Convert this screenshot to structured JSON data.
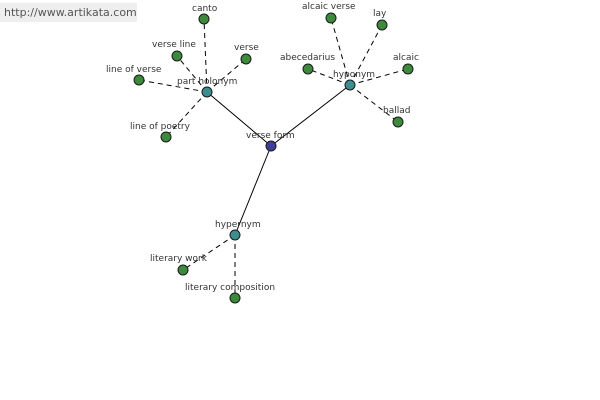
{
  "watermark": "http://www.artikata.com",
  "colors": {
    "root": "#3f3f99",
    "hub": "#3d8f8f",
    "leaf": "#3d8a3d"
  },
  "nodes": [
    {
      "id": "verse-form",
      "label": "verse form",
      "kind": "root"
    },
    {
      "id": "part-holonym",
      "label": "part holonym",
      "kind": "hub"
    },
    {
      "id": "hyponym",
      "label": "hyponym",
      "kind": "hub"
    },
    {
      "id": "hypernym",
      "label": "hypernym",
      "kind": "hub"
    },
    {
      "id": "canto",
      "label": "canto",
      "kind": "leaf"
    },
    {
      "id": "verse-line",
      "label": "verse line",
      "kind": "leaf"
    },
    {
      "id": "verse",
      "label": "verse",
      "kind": "leaf"
    },
    {
      "id": "line-of-verse",
      "label": "line of verse",
      "kind": "leaf"
    },
    {
      "id": "line-of-poetry",
      "label": "line of poetry",
      "kind": "leaf"
    },
    {
      "id": "alcaic-verse",
      "label": "alcaic verse",
      "kind": "leaf"
    },
    {
      "id": "lay",
      "label": "lay",
      "kind": "leaf"
    },
    {
      "id": "abecedarius",
      "label": "abecedarius",
      "kind": "leaf"
    },
    {
      "id": "alcaic",
      "label": "alcaic",
      "kind": "leaf"
    },
    {
      "id": "ballad",
      "label": "ballad",
      "kind": "leaf"
    },
    {
      "id": "literary-work",
      "label": "literary work",
      "kind": "leaf"
    },
    {
      "id": "literary-composition",
      "label": "literary composition",
      "kind": "leaf"
    }
  ],
  "edges": [
    {
      "from": "verse-form",
      "to": "part-holonym",
      "style": "solid"
    },
    {
      "from": "verse-form",
      "to": "hyponym",
      "style": "solid"
    },
    {
      "from": "verse-form",
      "to": "hypernym",
      "style": "solid"
    },
    {
      "from": "part-holonym",
      "to": "canto",
      "style": "dashed"
    },
    {
      "from": "part-holonym",
      "to": "verse-line",
      "style": "dashed"
    },
    {
      "from": "part-holonym",
      "to": "verse",
      "style": "dashed"
    },
    {
      "from": "part-holonym",
      "to": "line-of-verse",
      "style": "dashed"
    },
    {
      "from": "part-holonym",
      "to": "line-of-poetry",
      "style": "dashed"
    },
    {
      "from": "hyponym",
      "to": "alcaic-verse",
      "style": "dashed"
    },
    {
      "from": "hyponym",
      "to": "lay",
      "style": "dashed"
    },
    {
      "from": "hyponym",
      "to": "abecedarius",
      "style": "dashed"
    },
    {
      "from": "hyponym",
      "to": "alcaic",
      "style": "dashed"
    },
    {
      "from": "hyponym",
      "to": "ballad",
      "style": "dashed"
    },
    {
      "from": "hypernym",
      "to": "literary-work",
      "style": "dashed"
    },
    {
      "from": "hypernym",
      "to": "literary-composition",
      "style": "dashed"
    }
  ]
}
